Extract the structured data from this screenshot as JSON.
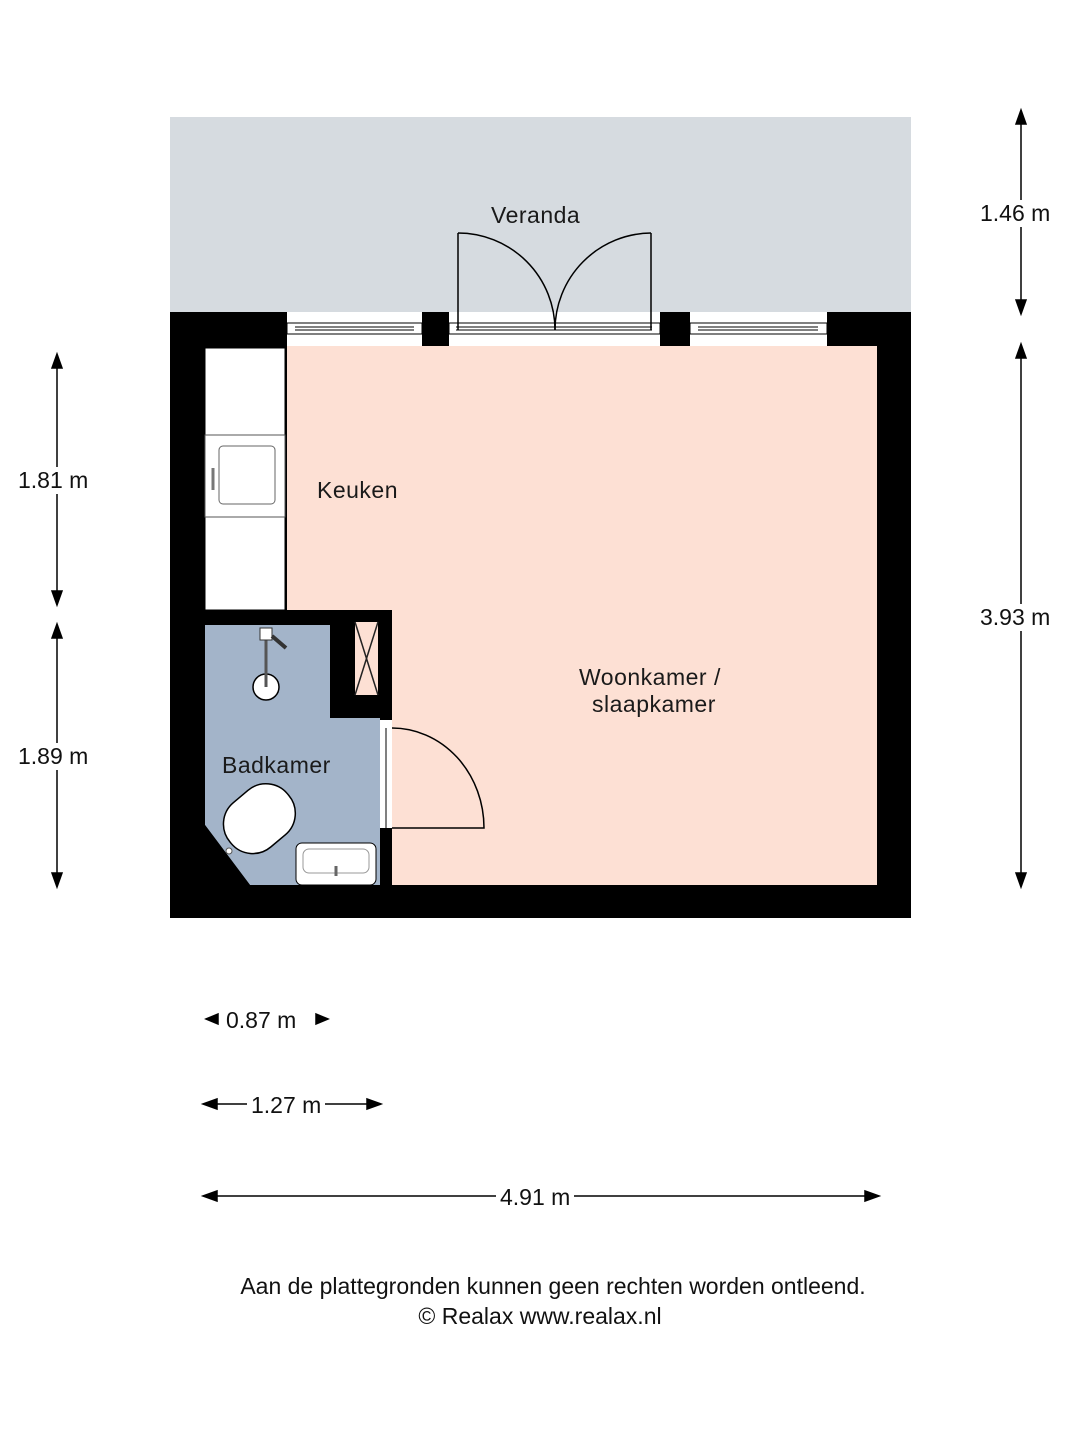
{
  "rooms": {
    "veranda": "Veranda",
    "keuken": "Keuken",
    "woonkamer_line1": "Woonkamer /",
    "woonkamer_line2": "slaapkamer",
    "badkamer": "Badkamer"
  },
  "dimensions": {
    "veranda_depth": "1.46 m",
    "living_depth": "3.93 m",
    "kitchen_depth": "1.81 m",
    "bath_depth": "1.89 m",
    "width_087": "0.87 m",
    "width_127": "1.27 m",
    "total_width": "4.91 m"
  },
  "footer": {
    "disclaimer": "Aan de plattegronden kunnen geen rechten worden ontleend.",
    "copyright": "© Realax www.realax.nl"
  },
  "colors": {
    "veranda": "#d6dbe0",
    "living": "#fde0d4",
    "bathroom": "#a3b4c9",
    "wall": "#000000"
  }
}
